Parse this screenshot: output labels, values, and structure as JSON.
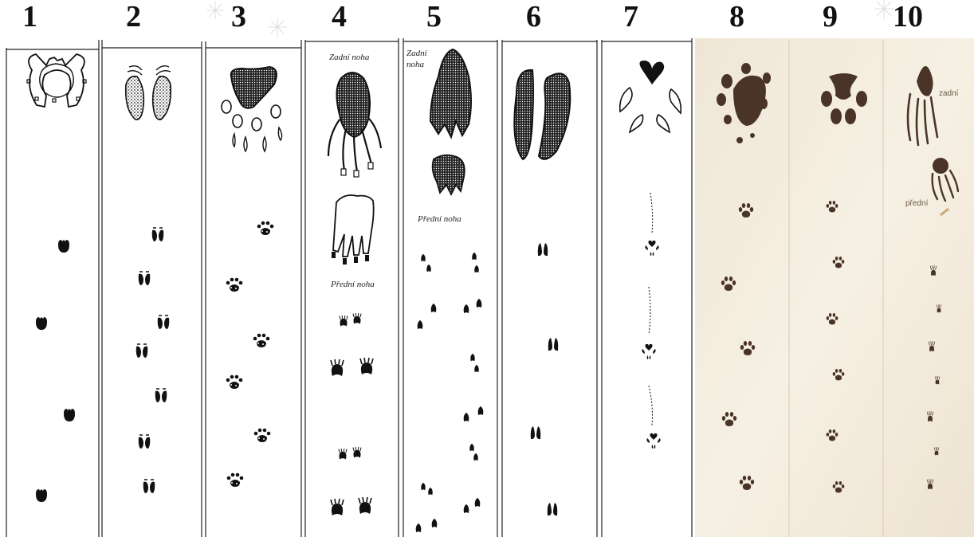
{
  "columns": [
    {
      "number": "1",
      "animal_icon": "horse-track-icon"
    },
    {
      "number": "2",
      "animal_icon": "cloven-hoof-track-icon"
    },
    {
      "number": "3",
      "animal_icon": "cat-paw-track-icon"
    },
    {
      "number": "4",
      "animal_icon": "badger-track-icon",
      "hind_label": "Zadní noha",
      "front_label": "Přední noha"
    },
    {
      "number": "5",
      "animal_icon": "hare-track-icon",
      "hind_label_line1": "Zadní",
      "hind_label_line2": "noha",
      "front_label": "Přední noha"
    },
    {
      "number": "6",
      "animal_icon": "deer-track-icon"
    },
    {
      "number": "7",
      "animal_icon": "bird-track-icon"
    },
    {
      "number": "8",
      "animal_icon": "dog-paw-track-icon"
    },
    {
      "number": "9",
      "animal_icon": "fox-paw-track-icon"
    },
    {
      "number": "10",
      "animal_icon": "squirrel-track-icon",
      "hind_label": "zadní",
      "front_label": "přední"
    }
  ],
  "colors": {
    "ink": "#111111",
    "paper": "#f3ece0",
    "brown_ink": "#4a3428"
  }
}
